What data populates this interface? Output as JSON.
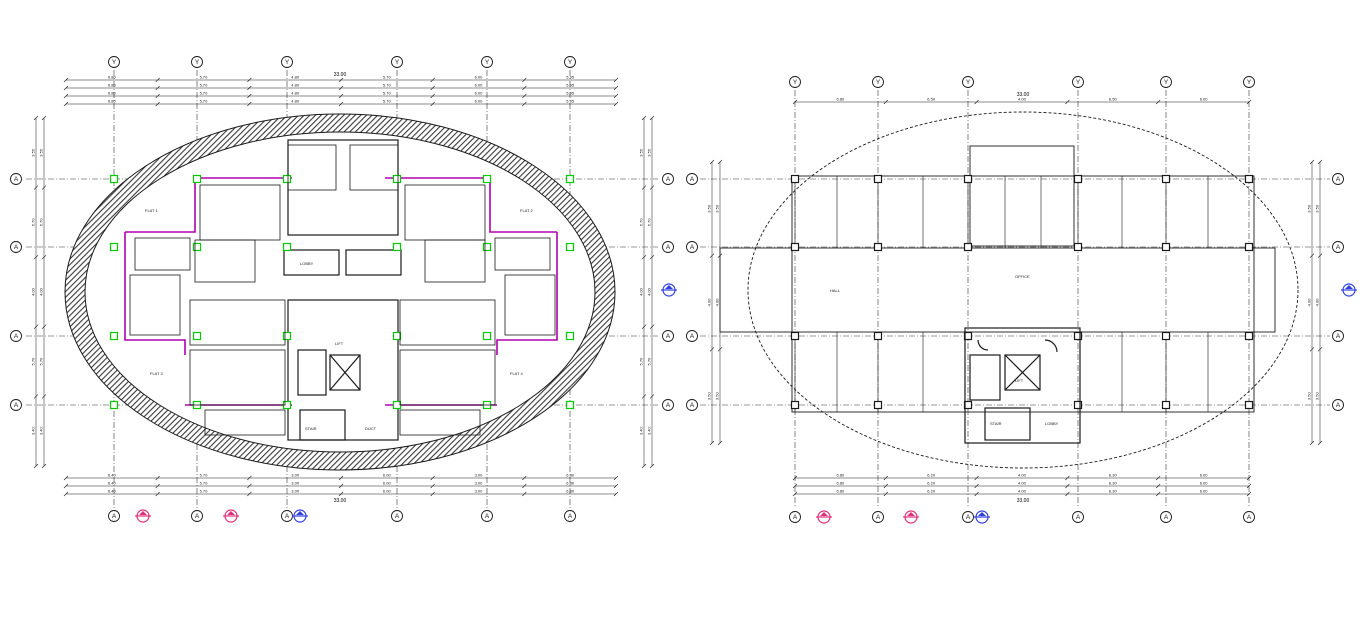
{
  "colors": {
    "background": "#ffffff",
    "line": "#1a1a1a",
    "grid": "#333333",
    "hatch": "#3a3a3a",
    "wall_accent": "#b000b0",
    "column_accent": "#00cc00",
    "section_marker": "#e0307a",
    "section_marker_alt": "#3040e0"
  },
  "plans": [
    {
      "id": "residential-floor-plan",
      "grid_bubbles_top": [
        "Y",
        "Y",
        "Y",
        "Y",
        "Y",
        "Y"
      ],
      "grid_bubbles_bottom": [
        "A",
        "A",
        "A",
        "A",
        "A",
        "A"
      ],
      "grid_bubbles_left": [
        "A",
        "A",
        "A",
        "A"
      ],
      "grid_bubbles_right": [
        "A",
        "A",
        "A",
        "A"
      ],
      "overall_dimension_top": "33.00",
      "overall_dimension_bottom": "33.00",
      "top_dimensions": [
        "6.80",
        "5.70",
        "4.80",
        "5.70",
        "6.00",
        "5.95"
      ],
      "bottom_dimensions": [
        "6.40",
        "5.70",
        "3.00",
        "6.00",
        "3.00",
        "6.80"
      ],
      "left_dimensions": [
        "3.55",
        "5.70",
        "4.00",
        "5.70",
        "3.40"
      ],
      "right_dimensions": [
        "3.55",
        "5.70",
        "4.00",
        "5.70",
        "3.40"
      ],
      "room_labels": [
        "FLAT 1",
        "FLAT 2",
        "FLAT 3",
        "FLAT 4",
        "LIFT",
        "LOBBY",
        "STAIR",
        "DUCT"
      ]
    },
    {
      "id": "office-floor-plan",
      "grid_bubbles_top": [
        "Y",
        "Y",
        "Y",
        "Y",
        "Y",
        "Y"
      ],
      "grid_bubbles_bottom": [
        "A",
        "A",
        "A",
        "A",
        "A",
        "A"
      ],
      "grid_bubbles_left": [
        "A",
        "A",
        "A",
        "A"
      ],
      "grid_bubbles_right": [
        "A",
        "A",
        "A",
        "A"
      ],
      "overall_dimension_top": "33.00",
      "overall_dimension_bottom": "33.00",
      "top_dimensions": [
        "6.80",
        "6.50",
        "4.00",
        "6.50",
        "6.00"
      ],
      "bottom_dimensions": [
        "6.80",
        "6.20",
        "4.00",
        "6.30",
        "6.00"
      ],
      "left_dimensions": [
        "3.50",
        "4.00",
        "3.50"
      ],
      "right_dimensions": [
        "3.50",
        "4.00",
        "3.50"
      ],
      "room_labels": [
        "HALL",
        "OFFICE",
        "LIFT",
        "STAIR",
        "LOBBY"
      ]
    }
  ]
}
